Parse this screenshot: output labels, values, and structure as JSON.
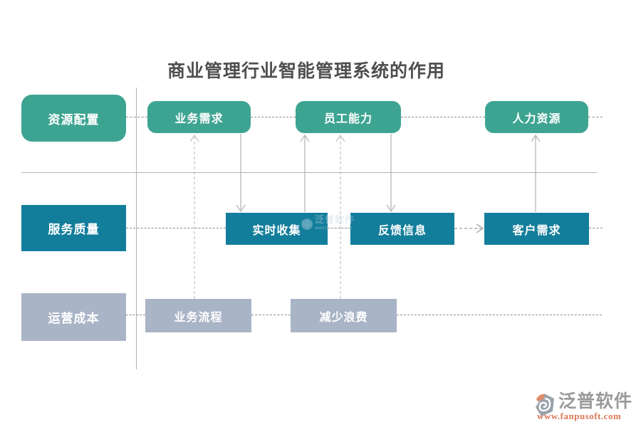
{
  "title": "商业管理行业智能管理系统的作用",
  "colors": {
    "lane1_green": "#3EA492",
    "lane2_teal": "#137E9B",
    "lane3_gray": "#A9B4C6",
    "grid_line": "#B3B3B3",
    "dashed_guide": "#8F8F8F",
    "title_text": "#4F4F4F",
    "node_text": "#FFFFFF",
    "logo_text": "#9A9A9A",
    "logo_url_text": "#DD7757"
  },
  "lanes": [
    {
      "label": "资源配置",
      "nodes": [
        {
          "label": "业务需求"
        },
        {
          "label": "员工能力"
        },
        {
          "label": "人力资源"
        }
      ]
    },
    {
      "label": "服务质量",
      "nodes": [
        {
          "label": "实时收集"
        },
        {
          "label": "反馈信息"
        },
        {
          "label": "客户需求"
        }
      ]
    },
    {
      "label": "运营成本",
      "nodes": [
        {
          "label": "业务流程"
        },
        {
          "label": "减少浪费"
        }
      ]
    }
  ],
  "connections": [
    {
      "from": "业务流程",
      "to": "业务需求",
      "style": "dashed",
      "direction": "up"
    },
    {
      "from": "业务需求",
      "to": "实时收集",
      "style": "solid",
      "direction": "down"
    },
    {
      "from": "实时收集",
      "to": "员工能力",
      "style": "solid",
      "direction": "up"
    },
    {
      "from": "减少浪费",
      "to": "员工能力",
      "style": "dashed",
      "direction": "up"
    },
    {
      "from": "员工能力",
      "to": "反馈信息",
      "style": "solid",
      "direction": "down"
    },
    {
      "from": "反馈信息",
      "to": "客户需求",
      "style": "dashed",
      "direction": "right"
    },
    {
      "from": "客户需求",
      "to": "人力资源",
      "style": "solid",
      "direction": "up"
    }
  ],
  "watermark": {
    "brand": "泛普软件",
    "sub": "www.fanpusoft.com"
  },
  "footer": {
    "brand": "泛普软件",
    "website": "www.fanpusoft.com"
  }
}
